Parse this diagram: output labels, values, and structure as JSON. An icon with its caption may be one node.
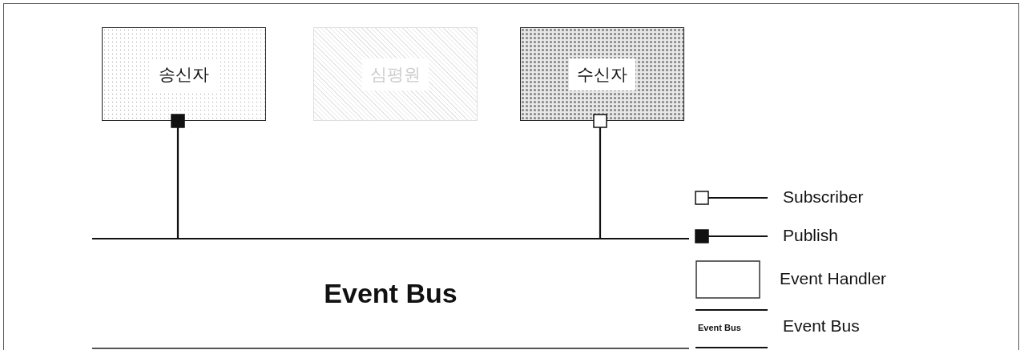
{
  "diagram": {
    "nodes": [
      {
        "text": [
          "송신자"
        ]
      },
      {
        "text": [
          "심평원"
        ]
      },
      {
        "text": [
          "수신자"
        ]
      },
      {
        "text": [
          "Event Bus"
        ]
      }
    ],
    "edges": [
      {
        "from": 0,
        "to": 3,
        "arrow": "other"
      },
      {
        "from": 2,
        "to": 3,
        "arrow": "other"
      }
    ],
    "labels": [
      "Event Bus"
    ],
    "legend": [
      {
        "text": "Subscriber"
      },
      {
        "text": "Publish"
      },
      {
        "text": "Event Handler"
      },
      {
        "text": "Event Bus"
      }
    ]
  }
}
